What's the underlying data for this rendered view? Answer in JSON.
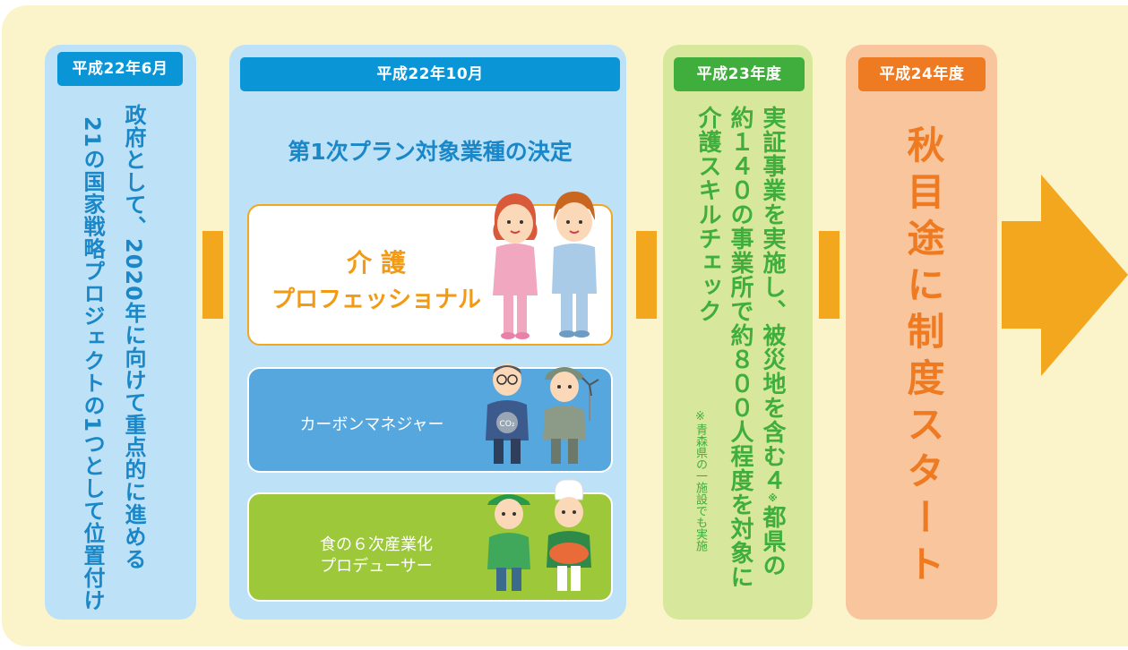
{
  "colors": {
    "background": "#fbf3c9",
    "blue_col": "#bde1f6",
    "blue_tag": "#0a96d6",
    "blue_text": "#1a87c8",
    "green_col": "#d7e89c",
    "green_tag": "#3fae3c",
    "orange_col": "#f8c59d",
    "orange_tag": "#ee7a21",
    "orange_text": "#ee7a21",
    "connector": "#f3a71e"
  },
  "stage1": {
    "date": "平成22年6月",
    "lines": [
      "政府として、2020年に向けて重点的に進める",
      "21の国家戦略プロジェクトの1つとして位置付け"
    ]
  },
  "stage2": {
    "date": "平成22年10月",
    "heading": "第1次プラン対象業種の決定",
    "cards": [
      {
        "label_line1": "介 護",
        "label_line2": "プロフェッショナル"
      },
      {
        "label": "カーボンマネジャー",
        "badge": "CO₂"
      },
      {
        "label_line1": "食の６次産業化",
        "label_line2": "プロデューサー"
      }
    ]
  },
  "stage3": {
    "date": "平成23年度",
    "lines": [
      "実証事業を実施し、被災地を含む４",
      "約１４０の事業所で約８００人程度を対象に",
      "介護スキルチェック"
    ],
    "superscript": "※",
    "line1_tail": "都県の",
    "note": "※青森県の一施設でも実施"
  },
  "stage4": {
    "date": "平成24年度",
    "text": "秋目途に制度スタート"
  },
  "icons": {
    "arrow": "right-arrow-icon",
    "nurse_female": "nurse-female-icon",
    "nurse_male": "nurse-male-icon",
    "manager": "manager-icon",
    "worker": "worker-icon",
    "farmer": "farmer-icon",
    "chef": "chef-icon"
  }
}
